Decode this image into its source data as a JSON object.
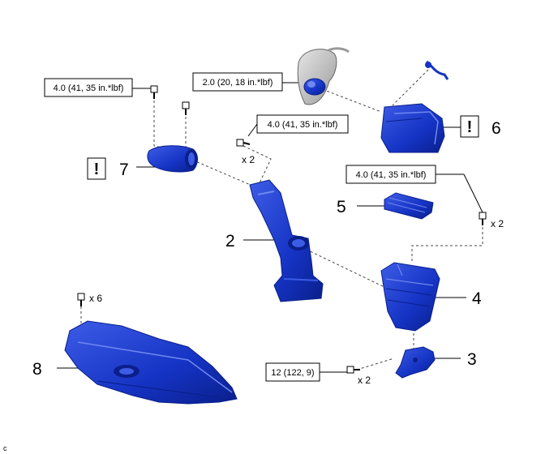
{
  "torque_specs": {
    "bolt_7": "4.0 (41, 35 in.*lbf)",
    "bolt_6": "2.0 (20, 18 in.*lbf)",
    "bolt_2": "4.0 (41, 35 in.*lbf)",
    "bolt_4": "4.0 (41, 35 in.*lbf)",
    "bolt_3": "12 (122, 9)"
  },
  "quantities": {
    "bolt_2": "x 2",
    "bolt_4": "x 2",
    "bolt_8": "x 6",
    "bolt_3": "x 2"
  },
  "callouts": {
    "part_2": "2",
    "part_3": "3",
    "part_4": "4",
    "part_5": "5",
    "part_6": "6",
    "part_7": "7",
    "part_8": "8"
  },
  "warning_symbol": "!",
  "corner_mark": "c",
  "colors": {
    "part_blue": "#1533c4",
    "part_dark": "#0a1f8a",
    "part_light": "#3d5ce6",
    "line": "#000000"
  }
}
